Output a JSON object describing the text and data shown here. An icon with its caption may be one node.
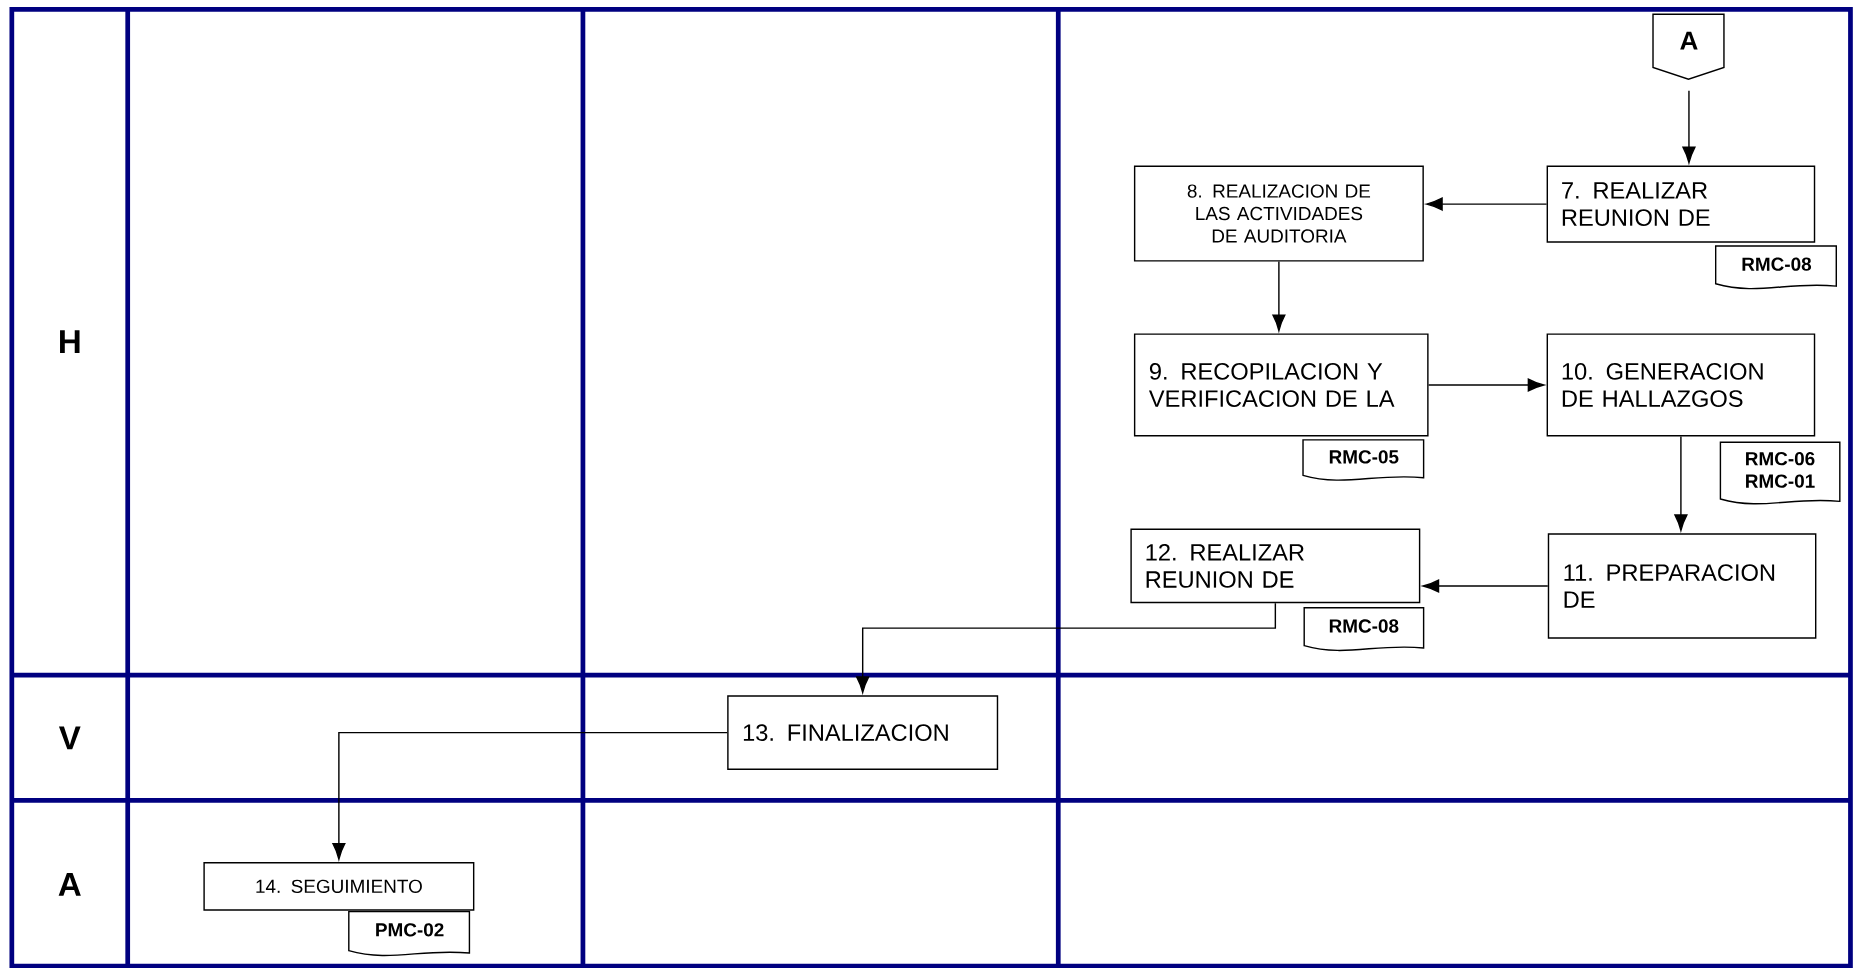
{
  "diagram": {
    "nodes": [
      {
        "text": [
          "A"
        ]
      },
      {
        "text": [
          "7. REALIZAR REUNION DE"
        ]
      },
      {
        "text": [
          "RMC-08"
        ]
      },
      {
        "text": [
          "8. REALIZACION DE LAS ACTIVIDADES DE AUDITORIA"
        ]
      },
      {
        "text": [
          "9. RECOPILACION Y VERIFICACION DE LA"
        ]
      },
      {
        "text": [
          "RMC-05"
        ]
      },
      {
        "text": [
          "10. GENERACION DE HALLAZGOS"
        ]
      },
      {
        "text": [
          "RMC-06 RMC-01"
        ]
      },
      {
        "text": [
          "11. PREPARACION DE"
        ]
      },
      {
        "text": [
          "12. REALIZAR REUNION DE"
        ]
      },
      {
        "text": [
          "RMC-08"
        ]
      },
      {
        "text": [
          "13. FINALIZACION"
        ]
      },
      {
        "text": [
          "14. SEGUIMIENTO"
        ]
      },
      {
        "text": [
          "PMC-02"
        ]
      }
    ],
    "edges": [
      {
        "from": 0,
        "to": 1,
        "arrow": "to"
      },
      {
        "from": 1,
        "to": 3,
        "arrow": "to"
      },
      {
        "from": 3,
        "to": 4,
        "arrow": "to"
      },
      {
        "from": 4,
        "to": 6,
        "arrow": "to"
      },
      {
        "from": 6,
        "to": 8,
        "arrow": "to"
      },
      {
        "from": 8,
        "to": 9,
        "arrow": "to"
      },
      {
        "from": 9,
        "to": 11,
        "arrow": "to"
      },
      {
        "from": 11,
        "to": 12,
        "arrow": "to"
      }
    ],
    "labels": [
      "H",
      "V",
      "A"
    ]
  }
}
